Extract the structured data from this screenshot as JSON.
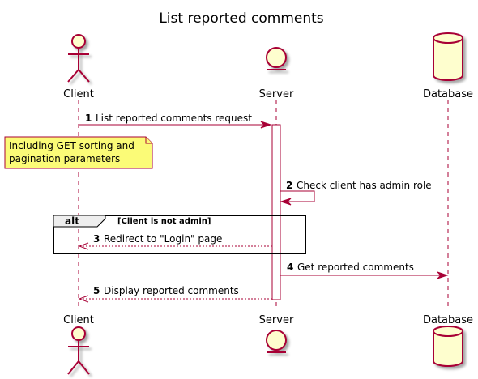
{
  "title": "List reported comments",
  "participants": {
    "client": {
      "label": "Client",
      "kind": "actor"
    },
    "server": {
      "label": "Server",
      "kind": "entity"
    },
    "database": {
      "label": "Database",
      "kind": "database"
    }
  },
  "messages": [
    {
      "num": "1",
      "text": "List reported comments request",
      "from": "Client",
      "to": "Server",
      "style": "solid"
    },
    {
      "num": "2",
      "text": "Check client has admin role",
      "from": "Server",
      "to": "Server",
      "style": "solid"
    },
    {
      "num": "3",
      "text": "Redirect to \"Login\" page",
      "from": "Server",
      "to": "Client",
      "style": "dashed"
    },
    {
      "num": "4",
      "text": "Get reported comments",
      "from": "Server",
      "to": "Database",
      "style": "solid"
    },
    {
      "num": "5",
      "text": "Display reported comments",
      "from": "Server",
      "to": "Client",
      "style": "dashed"
    }
  ],
  "note": {
    "lines": [
      "Including GET sorting and",
      "pagination parameters"
    ]
  },
  "alt": {
    "keyword": "alt",
    "condition": "[Client is not admin]"
  },
  "colors": {
    "line": "#A80036",
    "participant_fill": "#FEFECE",
    "note_fill": "#FBFB77",
    "alt_tab_fill": "#EEEEEE"
  }
}
